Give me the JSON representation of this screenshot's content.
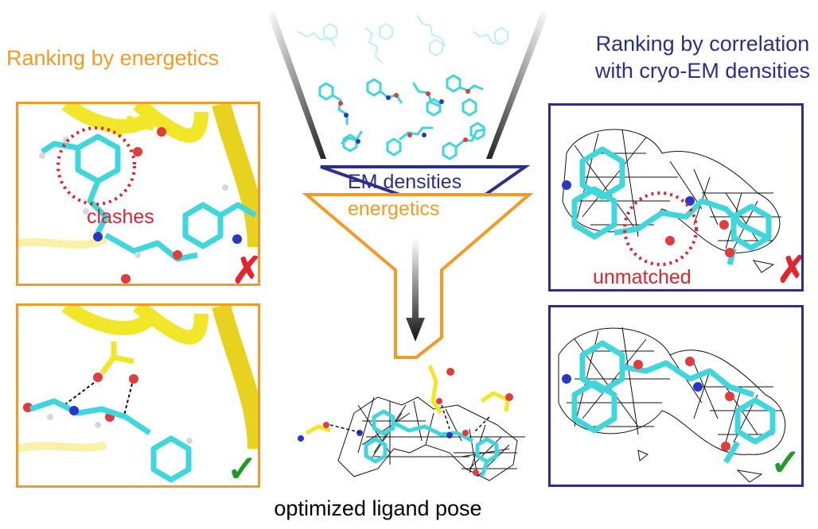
{
  "left_heading": "Ranking by energetics",
  "right_heading": {
    "line1": "Ranking by correlation",
    "line2": "with cryo-EM densities"
  },
  "funnel": {
    "em_label": "EM densities",
    "energetics_label": "energetics"
  },
  "panels": {
    "energetics_bad": {
      "label": "clashes",
      "verdict": "rejected"
    },
    "energetics_good": {
      "verdict": "accepted"
    },
    "density_bad": {
      "label": "unmatched",
      "verdict": "rejected"
    },
    "density_good": {
      "verdict": "accepted"
    }
  },
  "bottom_caption": "optimized ligand pose",
  "icons": {
    "reject": "✗",
    "accept": "✓"
  },
  "colors": {
    "energetics_orange": "#f39a24",
    "density_navy": "#2b2f8a",
    "carbon_cyan": "#3fd6dc",
    "helix_yellow": "#f2e629",
    "oxygen_red": "#e03c3c",
    "nitrogen_blue": "#2a36c8",
    "mark_red": "#e0262f",
    "mark_green": "#1f9a2b"
  }
}
